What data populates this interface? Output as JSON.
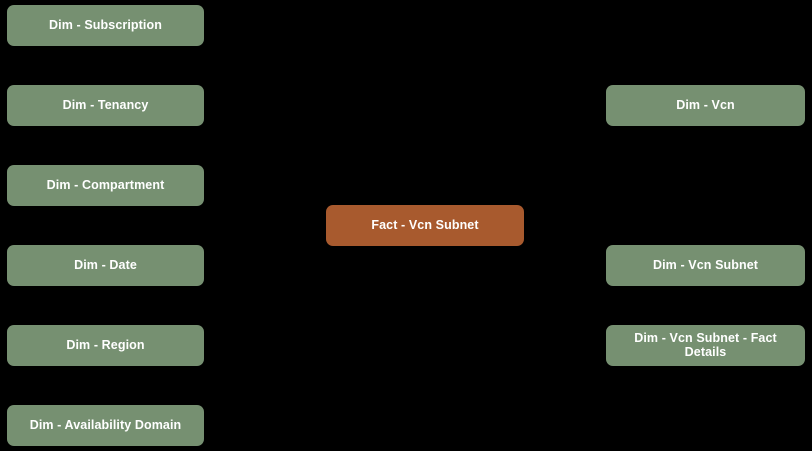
{
  "diagram": {
    "type": "star-schema",
    "background_color": "#000000",
    "dimension_color": "#769071",
    "fact_color": "#a85a2e",
    "text_color": "#ffffff",
    "left_column": [
      {
        "label": "Dim - Subscription",
        "kind": "dimension"
      },
      {
        "label": "Dim - Tenancy",
        "kind": "dimension"
      },
      {
        "label": "Dim - Compartment",
        "kind": "dimension"
      },
      {
        "label": "Dim - Date",
        "kind": "dimension"
      },
      {
        "label": "Dim - Region",
        "kind": "dimension"
      },
      {
        "label": "Dim - Availability Domain",
        "kind": "dimension"
      }
    ],
    "center_column": [
      {
        "label": "Fact - Vcn Subnet",
        "kind": "fact"
      }
    ],
    "right_column": [
      {
        "label": "Dim - Vcn",
        "kind": "dimension"
      },
      {
        "label": "Dim - Vcn Subnet",
        "kind": "dimension"
      },
      {
        "label": "Dim - Vcn Subnet - Fact Details",
        "kind": "dimension"
      }
    ]
  }
}
